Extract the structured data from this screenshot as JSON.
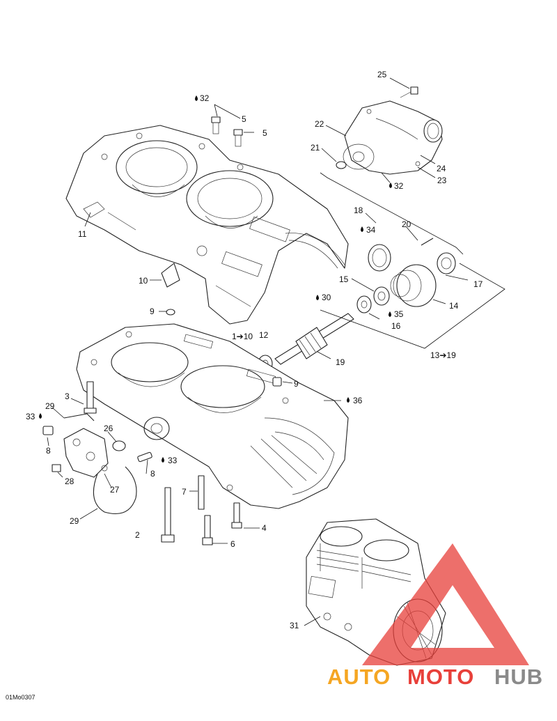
{
  "callouts": [
    {
      "id": "c25",
      "text": "25"
    },
    {
      "id": "c32a",
      "text": "32"
    },
    {
      "id": "c5a",
      "text": "5"
    },
    {
      "id": "c5b",
      "text": "5"
    },
    {
      "id": "c22",
      "text": "22"
    },
    {
      "id": "c21",
      "text": "21"
    },
    {
      "id": "c24",
      "text": "24"
    },
    {
      "id": "c23",
      "text": "23"
    },
    {
      "id": "c32b",
      "text": "32"
    },
    {
      "id": "c11",
      "text": "11"
    },
    {
      "id": "c18",
      "text": "18"
    },
    {
      "id": "c20",
      "text": "20"
    },
    {
      "id": "c34",
      "text": "34"
    },
    {
      "id": "c10",
      "text": "10"
    },
    {
      "id": "c17",
      "text": "17"
    },
    {
      "id": "c15",
      "text": "15"
    },
    {
      "id": "c14",
      "text": "14"
    },
    {
      "id": "c30",
      "text": "30"
    },
    {
      "id": "c9a",
      "text": "9"
    },
    {
      "id": "c35",
      "text": "35"
    },
    {
      "id": "c16",
      "text": "16"
    },
    {
      "id": "c12",
      "text": "12"
    },
    {
      "id": "c1to10",
      "text": "1➔10"
    },
    {
      "id": "c13to19",
      "text": "13➔19"
    },
    {
      "id": "c19",
      "text": "19"
    },
    {
      "id": "c9b",
      "text": "9"
    },
    {
      "id": "c36",
      "text": "36"
    },
    {
      "id": "c3",
      "text": "3"
    },
    {
      "id": "c29a",
      "text": "29"
    },
    {
      "id": "c33a",
      "text": "33"
    },
    {
      "id": "c26",
      "text": "26"
    },
    {
      "id": "c8a",
      "text": "8"
    },
    {
      "id": "c33b",
      "text": "33"
    },
    {
      "id": "c8b",
      "text": "8"
    },
    {
      "id": "c28",
      "text": "28"
    },
    {
      "id": "c27",
      "text": "27"
    },
    {
      "id": "c7",
      "text": "7"
    },
    {
      "id": "c29b",
      "text": "29"
    },
    {
      "id": "c4",
      "text": "4"
    },
    {
      "id": "c2",
      "text": "2"
    },
    {
      "id": "c6",
      "text": "6"
    },
    {
      "id": "c31",
      "text": "31"
    }
  ],
  "figure_code": "01Mo0307",
  "watermark": {
    "part1": "AUTO",
    "part2": "MOTO",
    "part3": "HUB",
    "color_orange": "#f5a623",
    "color_red": "#e8403a",
    "color_grey": "#8a8a8a"
  },
  "icons": {
    "oil_drop": "oil-drop-icon"
  }
}
